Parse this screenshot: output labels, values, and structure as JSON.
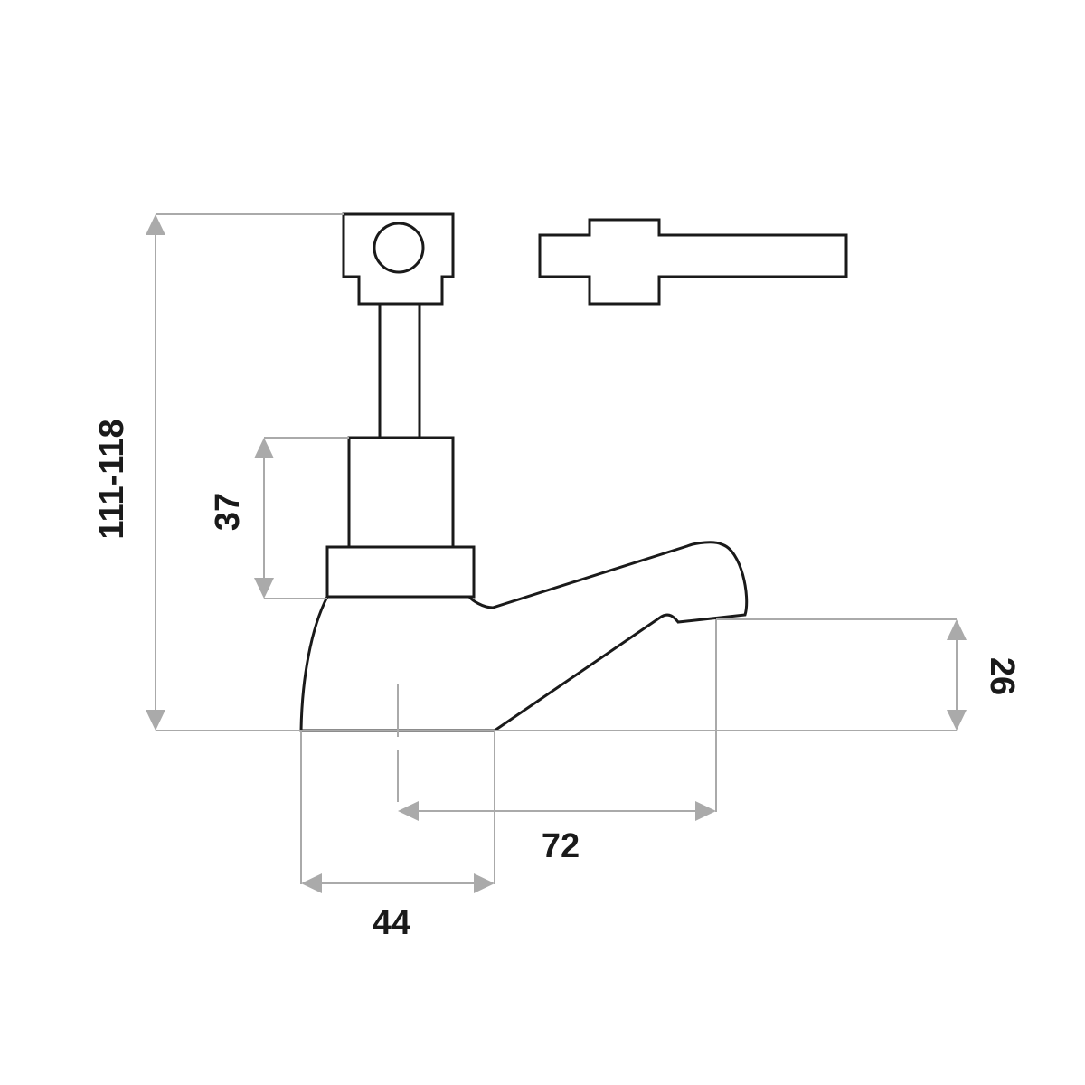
{
  "dimensions": {
    "overall_height": "111-118",
    "handle_base_height": "37",
    "spout_outlet_height": "26",
    "spout_reach": "72",
    "base_width": "44"
  },
  "colors": {
    "outline": "#1a1a1a",
    "dimension_line": "#aaaaaa",
    "background": "#ffffff"
  }
}
